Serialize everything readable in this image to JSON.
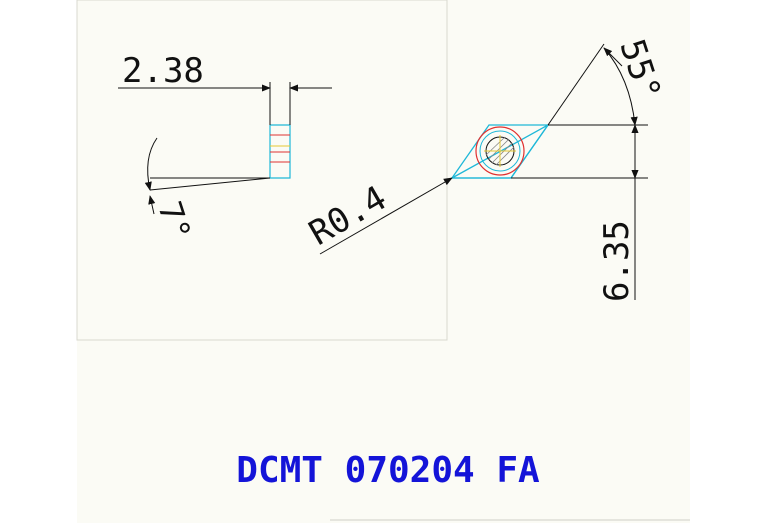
{
  "drawing": {
    "dimensions": {
      "thickness": "2.38",
      "clearance_angle": "7°",
      "corner_radius": "R0.4",
      "inscribed_circle": "6.35",
      "included_angle": "55°"
    },
    "caption": "DCMT 070204 FA"
  },
  "colors": {
    "paper": "#fbfbf5",
    "line": "#111111",
    "outline": "#1fb8d8",
    "hatch": "#e03030",
    "caption": "#1414d8"
  }
}
